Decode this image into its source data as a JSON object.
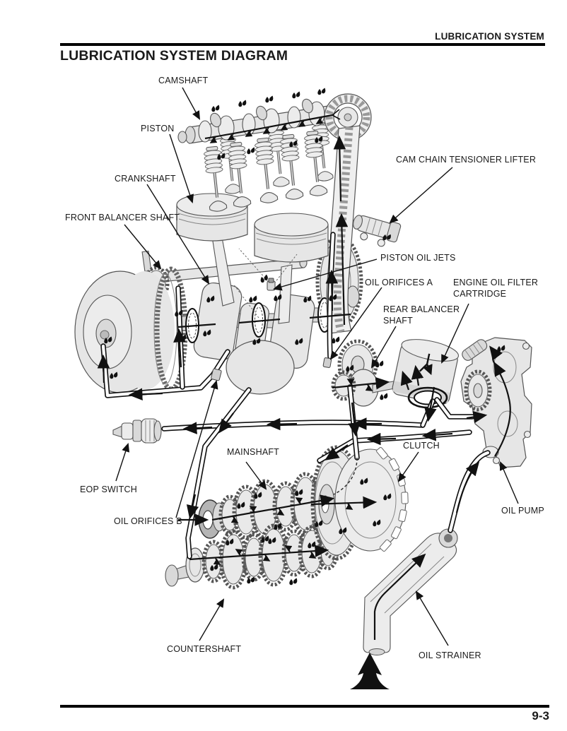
{
  "page": {
    "header": {
      "section_title": "LUBRICATION SYSTEM"
    },
    "title": "LUBRICATION SYSTEM DIAGRAM",
    "footer": {
      "page_number": "9-3"
    }
  },
  "diagram": {
    "labels": [
      {
        "id": "camshaft",
        "text": "CAMSHAFT"
      },
      {
        "id": "piston",
        "text": "PISTON"
      },
      {
        "id": "crankshaft",
        "text": "CRANKSHAFT"
      },
      {
        "id": "front-balancer-shaft",
        "text": "FRONT BALANCER SHAFT"
      },
      {
        "id": "cam-chain-tensioner-lifter",
        "text": "CAM CHAIN TENSIONER LIFTER"
      },
      {
        "id": "piston-oil-jets",
        "text": "PISTON OIL JETS"
      },
      {
        "id": "oil-orifices-a",
        "text": "OIL ORIFICES A"
      },
      {
        "id": "engine-oil-filter-cartridge",
        "text": "ENGINE OIL FILTER\nCARTRIDGE"
      },
      {
        "id": "rear-balancer-shaft",
        "text": "REAR BALANCER\nSHAFT"
      },
      {
        "id": "clutch",
        "text": "CLUTCH"
      },
      {
        "id": "oil-pump",
        "text": "OIL PUMP"
      },
      {
        "id": "mainshaft",
        "text": "MAINSHAFT"
      },
      {
        "id": "eop-switch",
        "text": "EOP SWITCH"
      },
      {
        "id": "oil-orifices-b",
        "text": "OIL ORIFICES B"
      },
      {
        "id": "countershaft",
        "text": "COUNTERSHAFT"
      },
      {
        "id": "oil-strainer",
        "text": "OIL STRAINER"
      }
    ],
    "icons": {
      "bottom_flow_marker": "up-arrow"
    },
    "colors": {
      "ink": "#000000",
      "label_text": "#1a1a1a",
      "part_fill": "#e6e6e6",
      "part_stroke": "#555555",
      "oil_line": "#111111"
    }
  }
}
